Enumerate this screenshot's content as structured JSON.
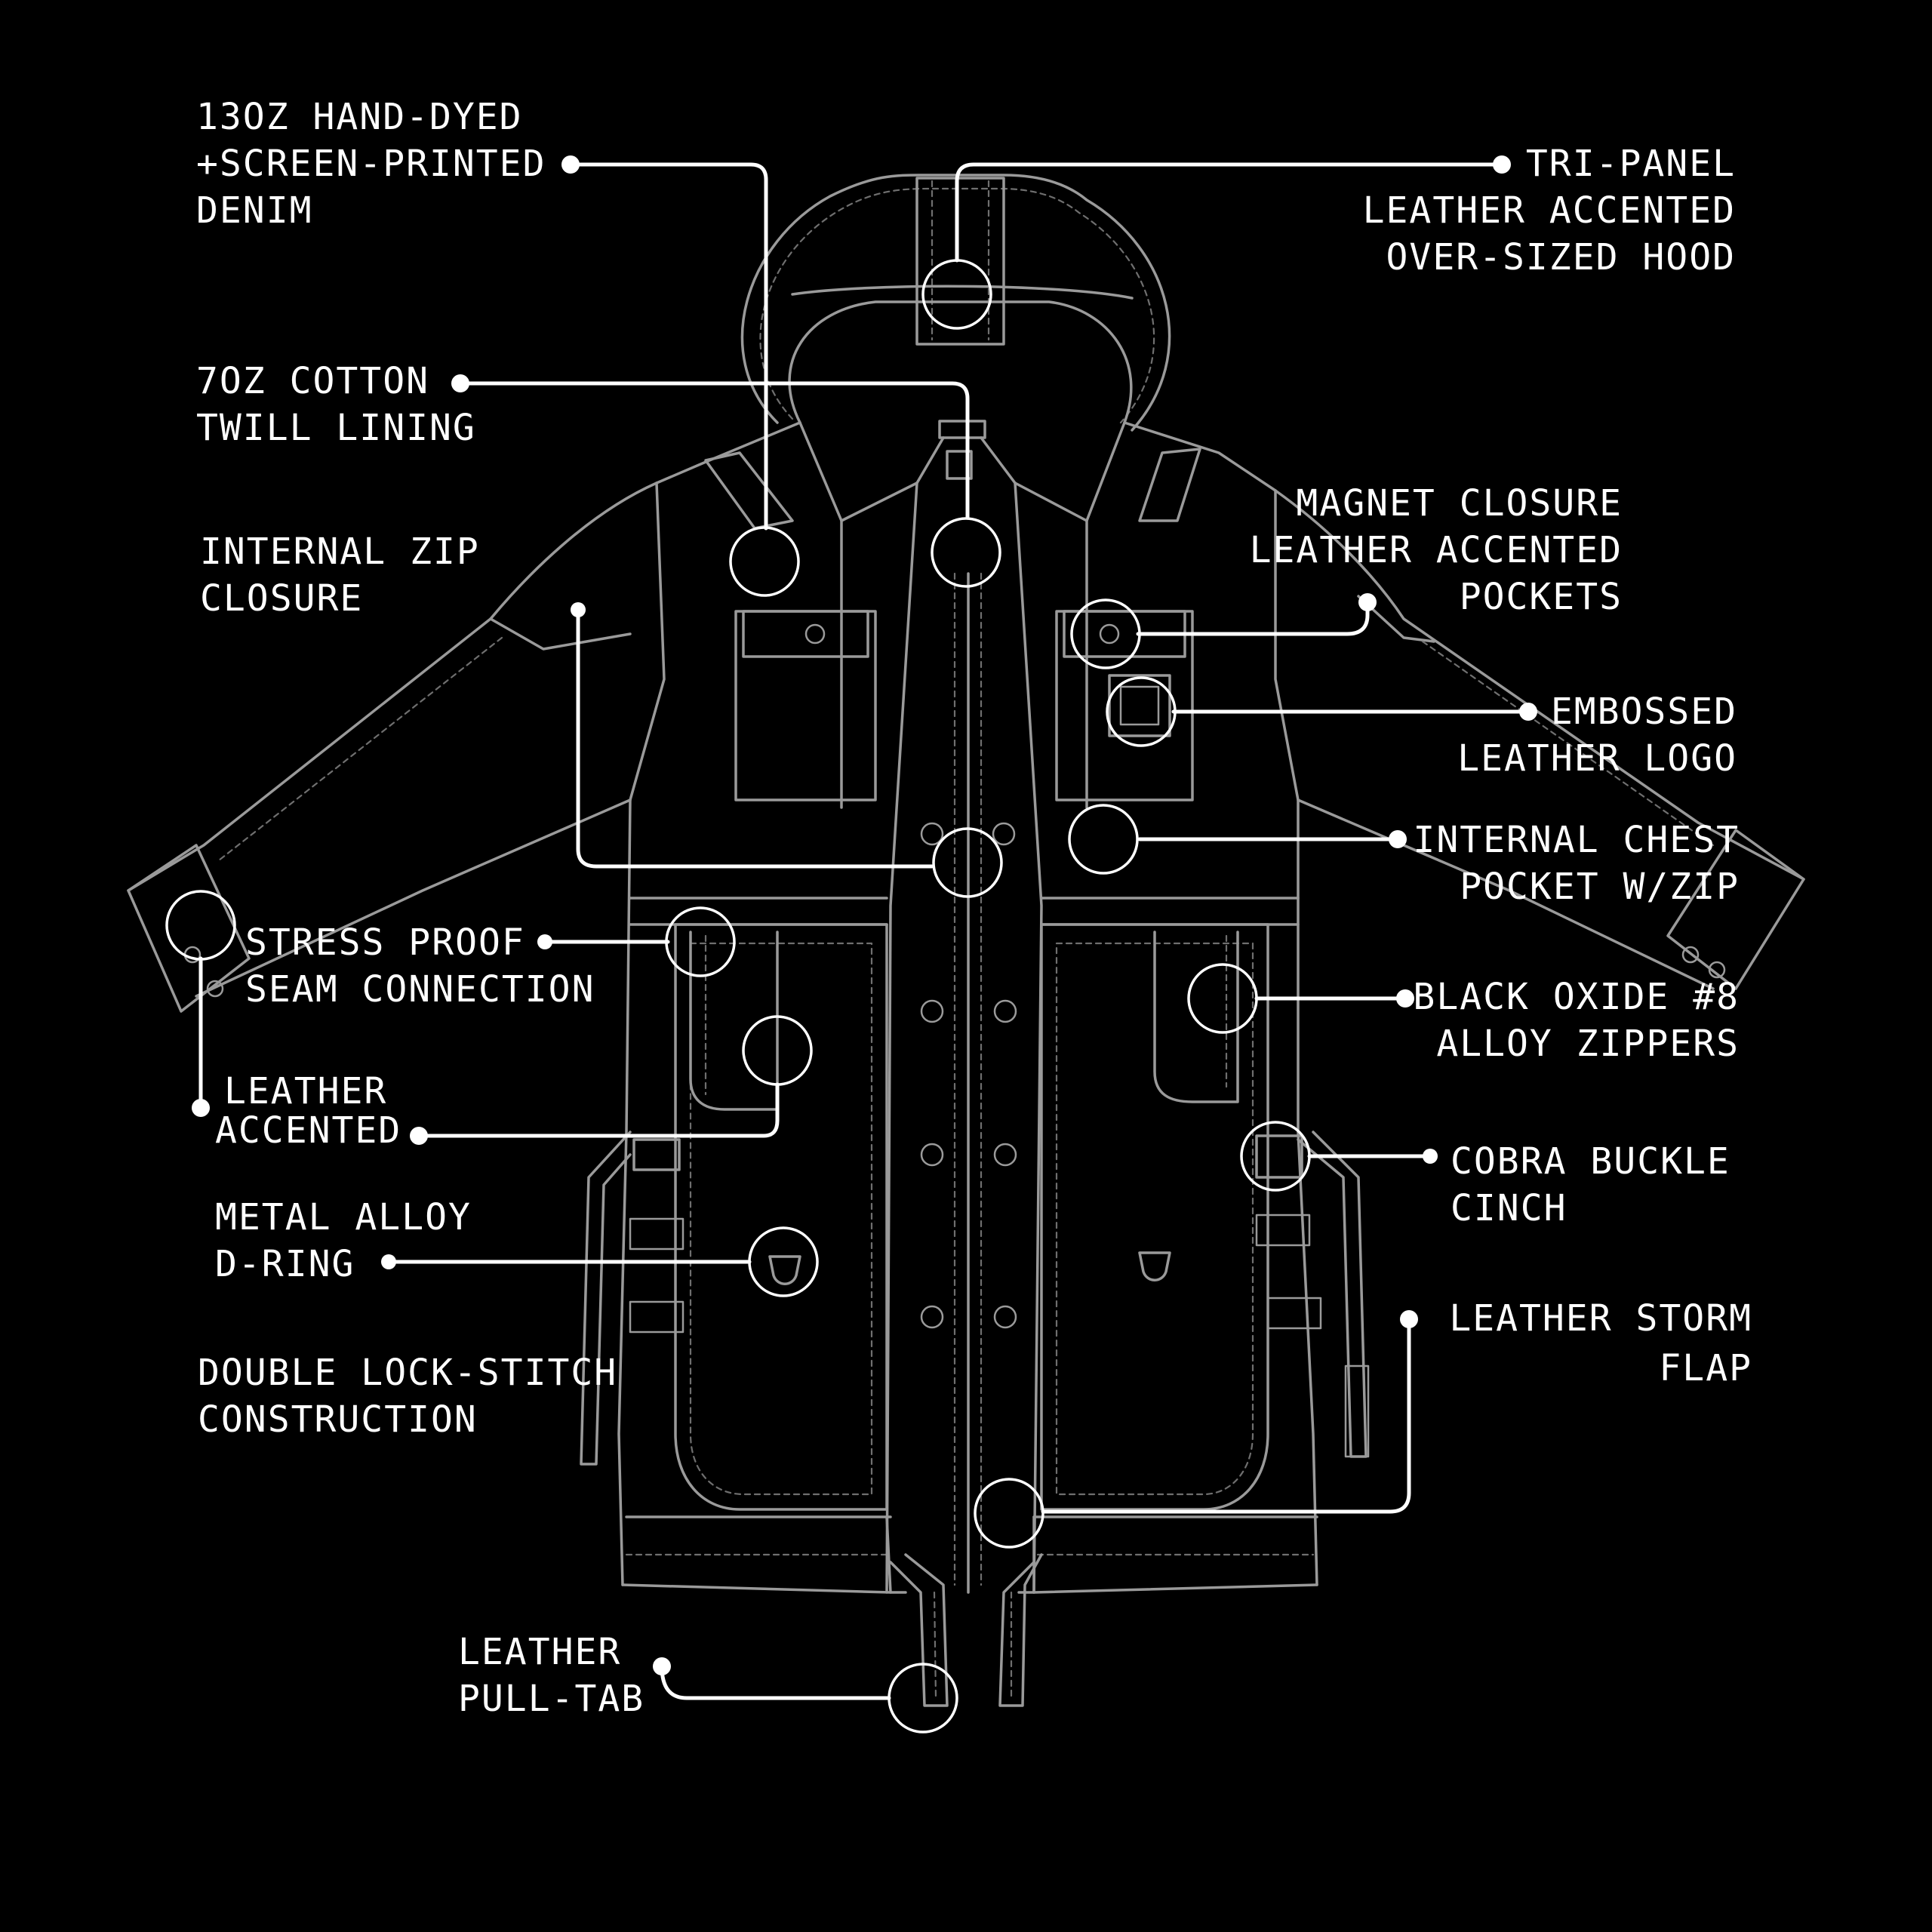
{
  "accent_color": "#ffffff",
  "background_color": "#000000",
  "callouts": [
    {
      "id": "denim",
      "lines": [
        "13OZ HAND-DYED",
        "+SCREEN-PRINTED",
        "DENIM"
      ]
    },
    {
      "id": "hood",
      "lines": [
        "TRI-PANEL",
        "LEATHER ACCENTED",
        "OVER-SIZED HOOD"
      ]
    },
    {
      "id": "lining",
      "lines": [
        "7OZ COTTON",
        "TWILL LINING"
      ]
    },
    {
      "id": "magnet",
      "lines": [
        "MAGNET CLOSURE",
        "LEATHER ACCENTED",
        "POCKETS"
      ]
    },
    {
      "id": "zip-closure",
      "lines": [
        "INTERNAL ZIP",
        "CLOSURE"
      ]
    },
    {
      "id": "logo",
      "lines": [
        "EMBOSSED",
        "LEATHER LOGO"
      ]
    },
    {
      "id": "chest-pocket",
      "lines": [
        "INTERNAL CHEST",
        "POCKET W/ZIP"
      ]
    },
    {
      "id": "seam",
      "lines": [
        "STRESS PROOF",
        "SEAM CONNECTION"
      ]
    },
    {
      "id": "zippers",
      "lines": [
        "BLACK OXIDE #8",
        "ALLOY ZIPPERS"
      ]
    },
    {
      "id": "leather-accent",
      "lines": [
        "LEATHER",
        "ACCENTED"
      ]
    },
    {
      "id": "buckle",
      "lines": [
        "COBRA BUCKLE",
        "CINCH"
      ]
    },
    {
      "id": "d-ring",
      "lines": [
        "METAL ALLOY",
        "D-RING"
      ]
    },
    {
      "id": "storm-flap",
      "lines": [
        "LEATHER STORM",
        "FLAP"
      ]
    },
    {
      "id": "lock-stitch",
      "lines": [
        "DOUBLE LOCK-STITCH",
        "CONSTRUCTION"
      ]
    },
    {
      "id": "pull-tab",
      "lines": [
        "LEATHER",
        "PULL-TAB"
      ]
    }
  ]
}
